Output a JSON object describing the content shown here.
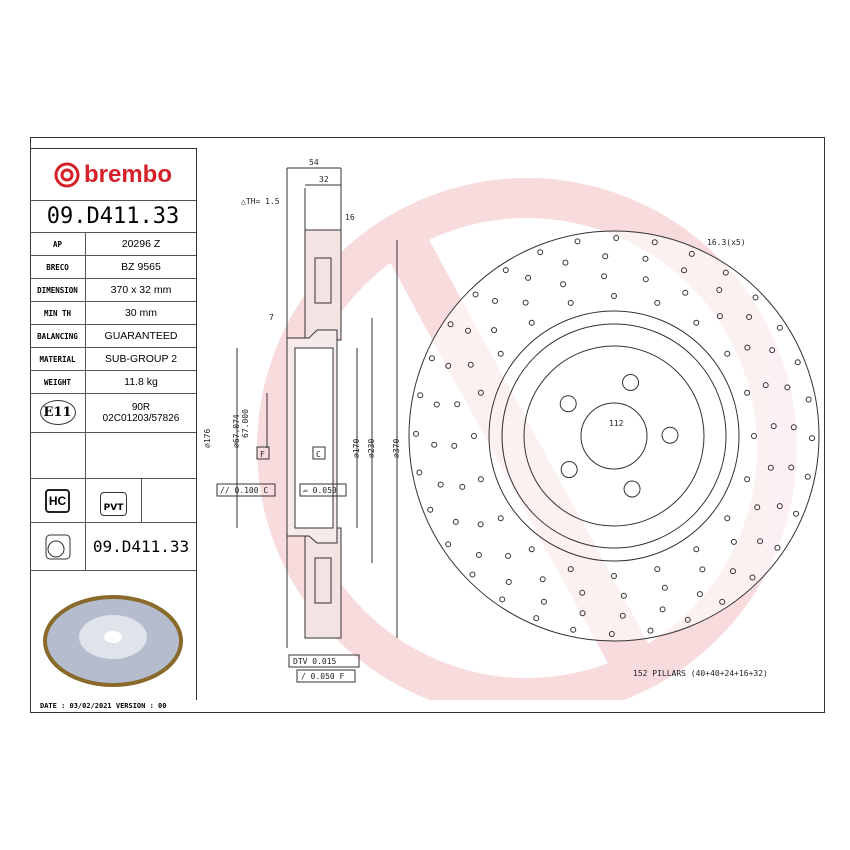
{
  "brand": "brembo",
  "part_number": "09.D411.33",
  "specs": [
    {
      "label": "AP",
      "value": "20296 Z"
    },
    {
      "label": "BRECO",
      "value": "BZ 9565"
    },
    {
      "label": "DIMENSION",
      "value": "370 x 32 mm"
    },
    {
      "label": "MIN TH",
      "value": "30 mm"
    },
    {
      "label": "BALANCING",
      "value": "GUARANTEED"
    },
    {
      "label": "MATERIAL",
      "value": "SUB-GROUP 2"
    },
    {
      "label": "WEIGHT",
      "value": "11.8 kg"
    }
  ],
  "approval": {
    "mark": "E11",
    "line1": "90R",
    "line2": "02C01203/57826"
  },
  "badges": {
    "hc": "HC",
    "pvt": "PVT"
  },
  "part_number_bottom": "09.D411.33",
  "footer": "DATE : 03/02/2021 VERSION : 00",
  "dims": {
    "d54": "54",
    "d32": "32",
    "th": "△TH= 1.5",
    "d16": "16",
    "d7": "7",
    "d176": "⌀176",
    "d67a": "⌀67.074",
    "d67b": "67.000",
    "d170": "⌀170",
    "d230": "⌀230",
    "d370": "⌀370",
    "datumF": "F",
    "datumC": "C",
    "tol1": "// 0.100 C",
    "tol2": "▱ 0.050",
    "dtv": "DTV 0.015",
    "runout": "/ 0.050 F",
    "holes": "16.3(x5)",
    "pcd": "112",
    "pillars": "152 PILLARS (40+40+24+16+32)"
  },
  "colors": {
    "brand_red": "#d5202a",
    "watermark": "#f6d3d5"
  }
}
